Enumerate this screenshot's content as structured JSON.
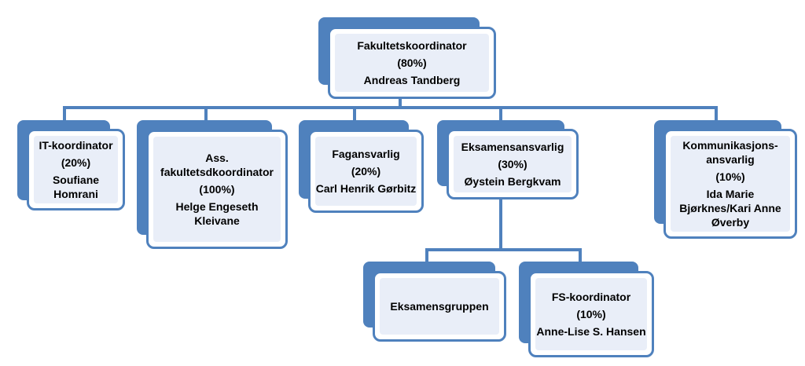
{
  "colors": {
    "accent": "#4f81bd",
    "card_fill": "#e9eef8",
    "line": "#4f81bd"
  },
  "nodes": {
    "root": {
      "title": "Fakultetskoordinator",
      "percent": "(80%)",
      "person": "Andreas Tandberg"
    },
    "it": {
      "title": "IT-koordinator",
      "percent": "(20%)",
      "person": "Soufiane Homrani"
    },
    "ass": {
      "title": "Ass. fakultetsdkoordinator",
      "percent": "(100%)",
      "person": "Helge Engeseth Kleivane"
    },
    "fag": {
      "title": "Fagansvarlig",
      "percent": "(20%)",
      "person": "Carl Henrik Gørbitz"
    },
    "eks": {
      "title": "Eksamensansvarlig",
      "percent": "(30%)",
      "person": "Øystein Bergkvam"
    },
    "komm": {
      "title": "Kommunikasjons-ansvarlig",
      "percent": "(10%)",
      "person": "Ida Marie Bjørknes/Kari Anne Øverby"
    },
    "gruppe": {
      "title": "Eksamensgruppen"
    },
    "fs": {
      "title": "FS-koordinator",
      "percent": "(10%)",
      "person": "Anne-Lise S. Hansen"
    }
  }
}
